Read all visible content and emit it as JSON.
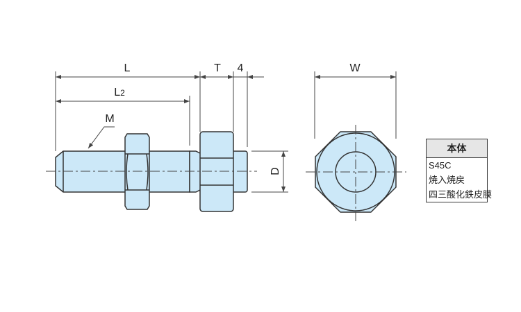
{
  "dimensions": {
    "L": "L",
    "L2_main": "L",
    "L2_sub": "2",
    "T": "T",
    "four": "4",
    "M": "M",
    "D": "D",
    "W": "W"
  },
  "spec_table": {
    "header": "本体",
    "rows": [
      "S45C",
      "焼入焼戻",
      "四三酸化鉄皮膜"
    ]
  },
  "colors": {
    "part_fill": "#cce8f8",
    "outline": "#333333",
    "dim": "#444444"
  }
}
